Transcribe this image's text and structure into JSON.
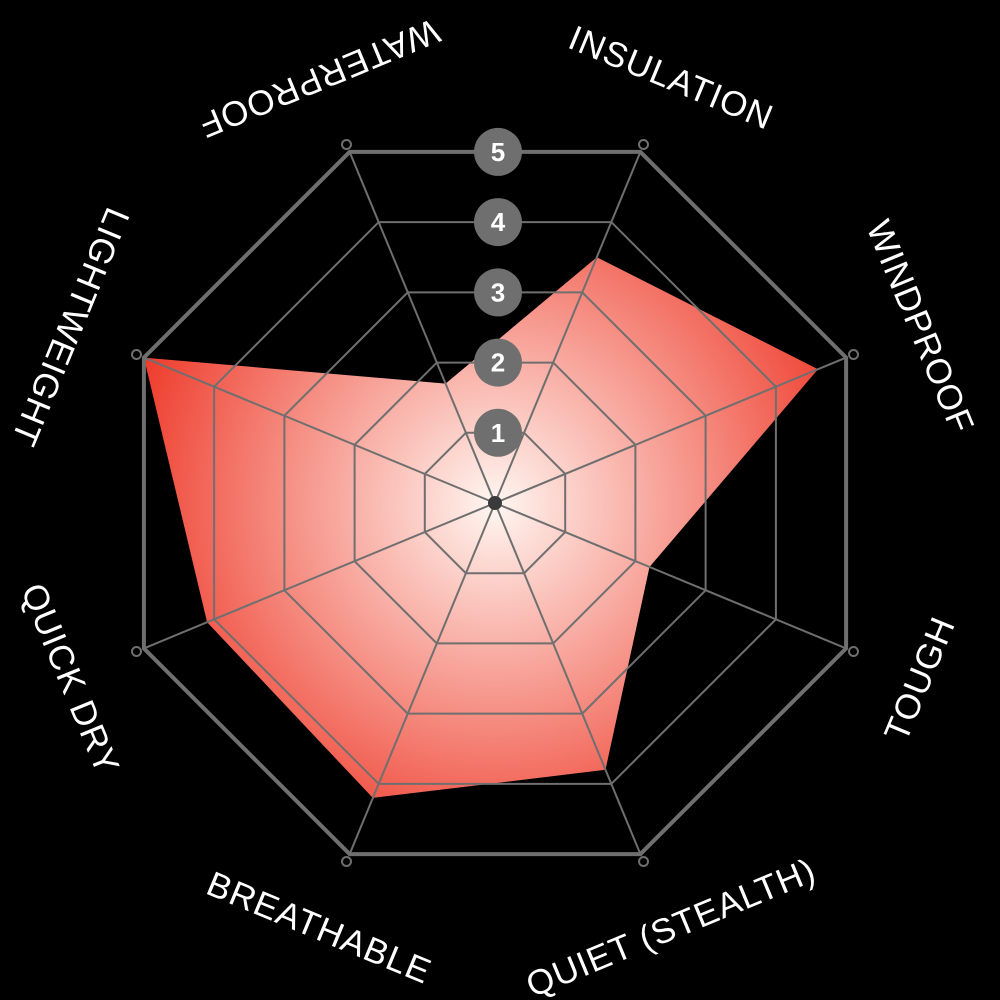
{
  "chart_data": {
    "type": "radar",
    "categories": [
      "INSULATION",
      "WINDPROOF",
      "TOUGH",
      "QUIET (STEALTH)",
      "BREATHABLE",
      "QUICK DRY",
      "LIGHTWEIGHT",
      "WATERPROOF"
    ],
    "series": [
      {
        "values": [
          3.5,
          4.6,
          2.2,
          3.8,
          4.2,
          4.1,
          5.0,
          1.7
        ]
      }
    ],
    "rlim": [
      0,
      5
    ],
    "levels": [
      "1",
      "2",
      "3",
      "4",
      "5"
    ],
    "grid": true,
    "legend": "none"
  },
  "colors": {
    "background": "#000000",
    "grid": "#6f6f6f",
    "fill_center": "#fff6f1",
    "fill_edge": "#ee3b2b",
    "badge": "#6f6f6f",
    "label": "#ffffff"
  }
}
